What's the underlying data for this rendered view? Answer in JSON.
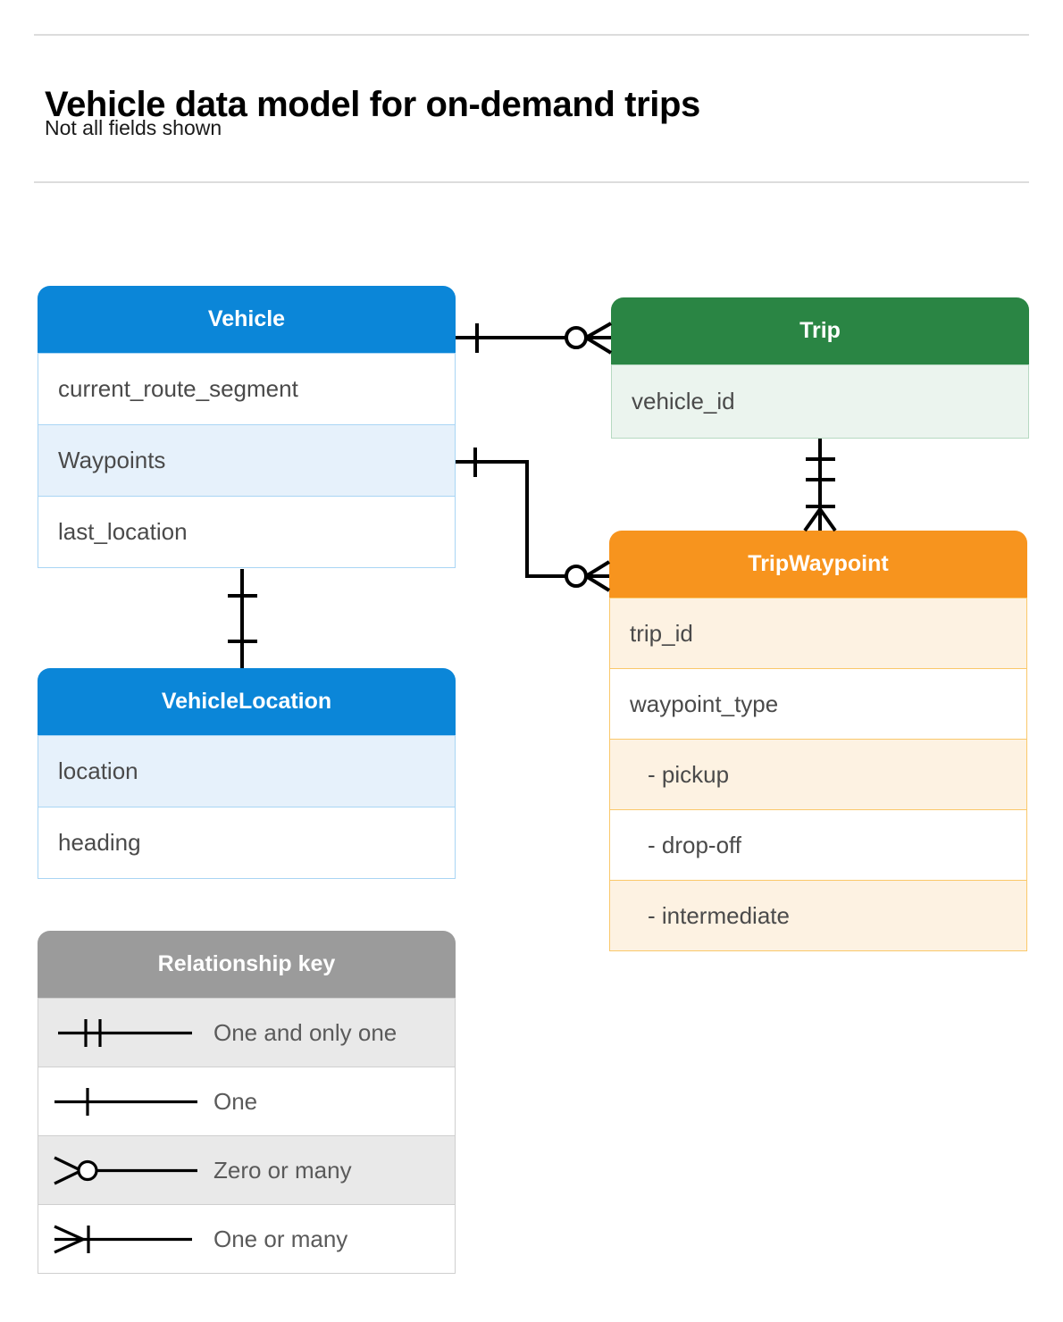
{
  "header": {
    "title": "Vehicle data model for on-demand trips",
    "subtitle": "Not all fields shown"
  },
  "entities": [
    {
      "id": "vehicle",
      "name": "Vehicle",
      "color": "#0b86d8",
      "fields": [
        "current_route_segment",
        "Waypoints",
        "last_location"
      ]
    },
    {
      "id": "vehiclelocation",
      "name": "VehicleLocation",
      "color": "#0b86d8",
      "fields": [
        "location",
        "heading"
      ]
    },
    {
      "id": "trip",
      "name": "Trip",
      "color": "#2a8544",
      "fields": [
        "vehicle_id"
      ]
    },
    {
      "id": "tripwaypoint",
      "name": "TripWaypoint",
      "color": "#f7941e",
      "fields": [
        "trip_id",
        "waypoint_type",
        "-  pickup",
        "-  drop-off",
        "-  intermediate"
      ]
    }
  ],
  "legend": {
    "title": "Relationship key",
    "header_color": "#9b9b9b",
    "items": [
      {
        "symbol": "one-and-only-one",
        "label": "One and only one"
      },
      {
        "symbol": "one",
        "label": "One"
      },
      {
        "symbol": "zero-or-many",
        "label": "Zero or many"
      },
      {
        "symbol": "one-or-many",
        "label": "One or many"
      }
    ]
  },
  "relationships": [
    {
      "from": "vehicle",
      "from_cardinality": "one",
      "to": "trip",
      "to_cardinality": "zero-or-many"
    },
    {
      "from": "vehicle.Waypoints",
      "from_cardinality": "one",
      "to": "tripwaypoint",
      "to_cardinality": "zero-or-many"
    },
    {
      "from": "vehicle",
      "from_cardinality": "one",
      "to": "vehiclelocation",
      "to_cardinality": "one"
    },
    {
      "from": "trip",
      "from_cardinality": "one-and-only-one",
      "to": "tripwaypoint",
      "to_cardinality": "one-or-many"
    }
  ],
  "colors": {
    "line": "#000000",
    "rule": "#dcdcdc",
    "field_text": "#4a4a4a",
    "legend_text": "#5a5a5a"
  }
}
